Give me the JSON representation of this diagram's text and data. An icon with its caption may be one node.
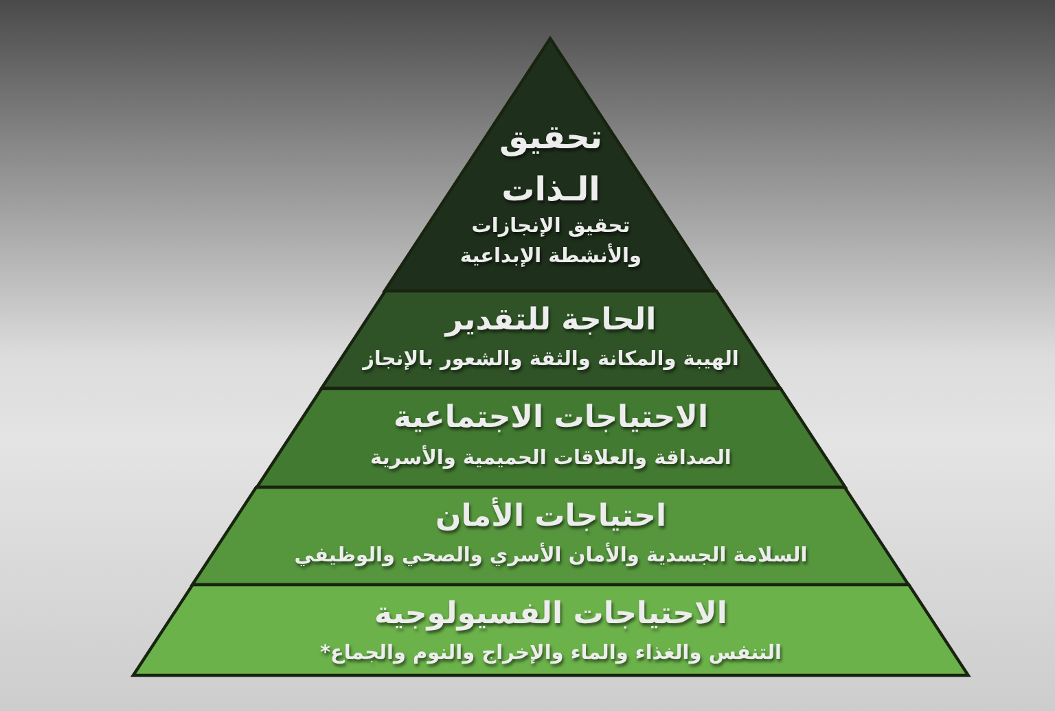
{
  "diagram": {
    "nodes": [
      {
        "text": [
          "تحقيق الـذات",
          "تحقيق الإنجازات والأنشطة الإبداعية"
        ]
      },
      {
        "text": [
          "الحاجة للتقدير",
          "الهيبة والمكانة والثقة والشعور بالإنجاز"
        ]
      },
      {
        "text": [
          "الاحتياجات الاجتماعية",
          "الصداقة والعلاقات الحميمية والأسرية"
        ]
      },
      {
        "text": [
          "احتياجات الأمان",
          "السلامة الجسدية والأمان الأسري والصحي والوظيفي"
        ]
      },
      {
        "text": [
          "الاحتياجات الفسيولوجية",
          "التنفس والغذاء والماء والإخراج والنوم والجماع*"
        ]
      }
    ]
  }
}
